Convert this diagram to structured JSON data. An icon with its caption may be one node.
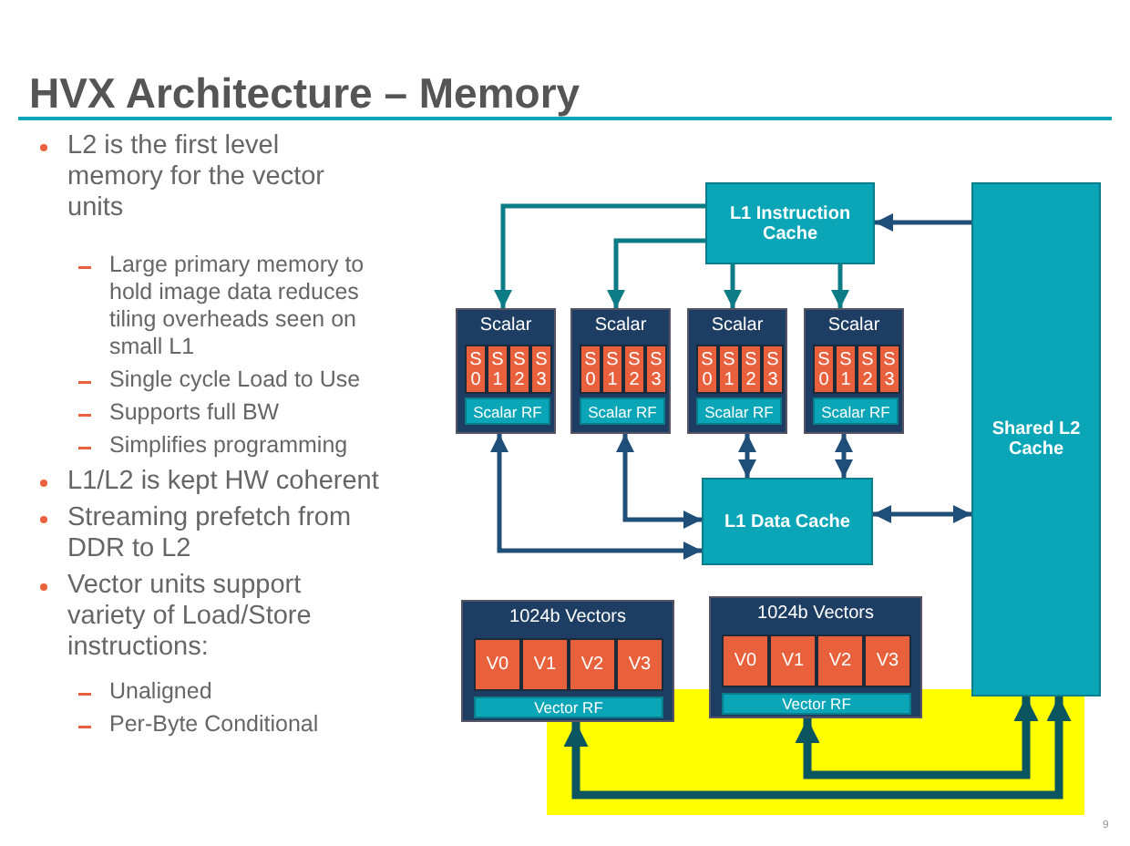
{
  "diagram": {
    "title": "HVX Architecture – Memory",
    "nodes": [
      {
        "text": [
          "L1 Instruction Cache"
        ]
      },
      {
        "text": [
          "Shared L2 Cache"
        ]
      },
      {
        "text": [
          "Scalar"
        ]
      },
      {
        "text": [
          "S 0"
        ],
        "in": 2
      },
      {
        "text": [
          "S 1"
        ],
        "in": 2
      },
      {
        "text": [
          "S 2"
        ],
        "in": 2
      },
      {
        "text": [
          "S 3"
        ],
        "in": 2
      },
      {
        "text": [
          "Scalar RF"
        ],
        "in": 2
      },
      {
        "text": [
          "Scalar"
        ]
      },
      {
        "text": [
          "S 0"
        ],
        "in": 8
      },
      {
        "text": [
          "S 1"
        ],
        "in": 8
      },
      {
        "text": [
          "S 2"
        ],
        "in": 8
      },
      {
        "text": [
          "S 3"
        ],
        "in": 8
      },
      {
        "text": [
          "Scalar RF"
        ],
        "in": 8
      },
      {
        "text": [
          "Scalar"
        ]
      },
      {
        "text": [
          "S 0"
        ],
        "in": 14
      },
      {
        "text": [
          "S 1"
        ],
        "in": 14
      },
      {
        "text": [
          "S 2"
        ],
        "in": 14
      },
      {
        "text": [
          "S 3"
        ],
        "in": 14
      },
      {
        "text": [
          "Scalar RF"
        ],
        "in": 14
      },
      {
        "text": [
          "Scalar"
        ]
      },
      {
        "text": [
          "S 0"
        ],
        "in": 20
      },
      {
        "text": [
          "S 1"
        ],
        "in": 20
      },
      {
        "text": [
          "S 2"
        ],
        "in": 20
      },
      {
        "text": [
          "S 3"
        ],
        "in": 20
      },
      {
        "text": [
          "Scalar RF"
        ],
        "in": 20
      },
      {
        "text": [
          "L1 Data Cache"
        ]
      },
      {
        "text": [
          "1024b Vectors"
        ]
      },
      {
        "text": [
          "V0"
        ],
        "in": 27
      },
      {
        "text": [
          "V1"
        ],
        "in": 27
      },
      {
        "text": [
          "V2"
        ],
        "in": 27
      },
      {
        "text": [
          "V3"
        ],
        "in": 27
      },
      {
        "text": [
          "Vector RF"
        ],
        "in": 27
      },
      {
        "text": [
          "1024b Vectors"
        ]
      },
      {
        "text": [
          "V0"
        ],
        "in": 33
      },
      {
        "text": [
          "V1"
        ],
        "in": 33
      },
      {
        "text": [
          "V2"
        ],
        "in": 33
      },
      {
        "text": [
          "V3"
        ],
        "in": 33
      },
      {
        "text": [
          "Vector RF"
        ],
        "in": 33
      }
    ],
    "edges": [
      {
        "from": 0,
        "to": 2,
        "arrow": "to"
      },
      {
        "from": 0,
        "to": 8,
        "arrow": "to"
      },
      {
        "from": 0,
        "to": 14,
        "arrow": "to"
      },
      {
        "from": 0,
        "to": 20,
        "arrow": "to"
      },
      {
        "from": 1,
        "to": 0,
        "arrow": "to",
        "color": "#1f4e79"
      },
      {
        "from": 14,
        "to": 26,
        "arrow": "both",
        "color": "#1f4e79"
      },
      {
        "from": 20,
        "to": 26,
        "arrow": "both",
        "color": "#1f4e79"
      },
      {
        "from": 8,
        "to": 26,
        "arrow": "both",
        "color": "#1f4e79"
      },
      {
        "from": 2,
        "to": 26,
        "arrow": "both",
        "color": "#1f4e79"
      },
      {
        "from": 26,
        "to": 1,
        "arrow": "both",
        "color": "#1f4e79"
      },
      {
        "from": 33,
        "to": 1,
        "arrow": "both",
        "style": "thick",
        "color": "#0b5560"
      },
      {
        "from": 27,
        "to": 1,
        "arrow": "both",
        "style": "thick",
        "color": "#0b5560"
      }
    ],
    "labels": [
      "L2 is the first level memory for the vector units",
      "Large primary memory to hold image data reduces tiling overheads seen on small L1",
      "Single cycle Load to Use",
      "Supports full BW",
      "Simplifies programming",
      "L1/L2 is kept HW coherent",
      "Streaming prefetch from DDR to L2",
      "Vector units support variety of Load/Store instructions:",
      "Unaligned",
      "Per-Byte Conditional",
      "9"
    ]
  }
}
